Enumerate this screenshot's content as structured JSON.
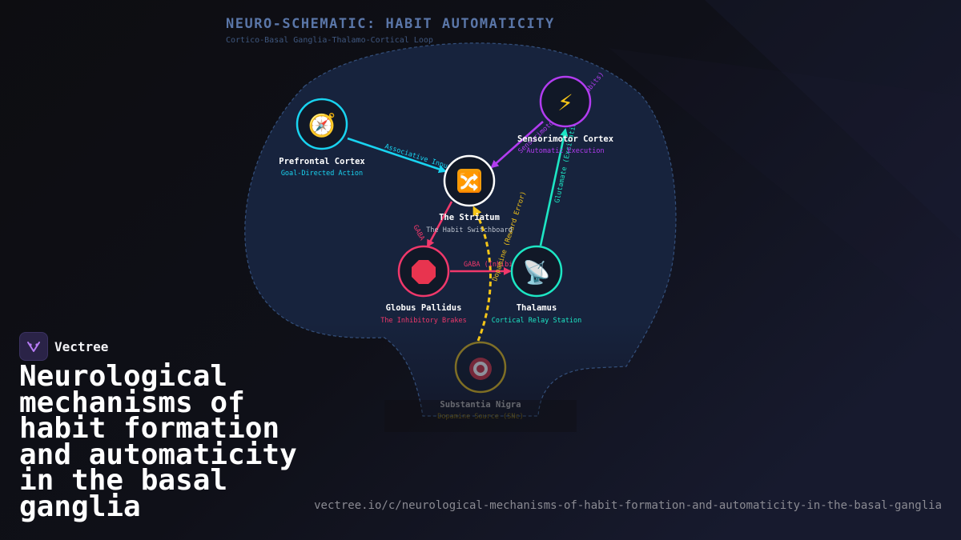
{
  "header": {
    "title": "NEURO-SCHEMATIC: HABIT AUTOMATICITY",
    "subtitle": "Cortico-Basal Ganglia-Thalamo-Cortical Loop"
  },
  "brand": {
    "name": "Vectree"
  },
  "headline": "Neurological mechanisms of habit formation and automaticity in the basal ganglia",
  "url": "vectree.io/c/neurological-mechanisms-of-habit-formation-and-automaticity-in-the-basal-ganglia",
  "colors": {
    "pfc": "#19d3f0",
    "sensorimotor": "#b23cf0",
    "striatum": "#ffffff",
    "pallidus": "#f0386b",
    "thalamus": "#1de6c4",
    "nigra": "#d6b11a",
    "dopamine": "#f5c518",
    "brain_fill": "#17233d",
    "brain_stroke": "#34507c"
  },
  "nodes": {
    "pfc": {
      "icon": "compass-icon",
      "glyph": "🧭",
      "title": "Prefrontal Cortex",
      "subtitle": "Goal-Directed Action"
    },
    "sensorimotor": {
      "icon": "lightning-icon",
      "glyph": "⚡",
      "title": "Sensorimotor Cortex",
      "subtitle": "Automatic Execution"
    },
    "striatum": {
      "icon": "shuffle-icon",
      "glyph": "🔀",
      "title": "The Striatum",
      "subtitle": "The Habit Switchboard"
    },
    "pallidus": {
      "icon": "stop-sign-icon",
      "glyph": "🛑",
      "title": "Globus Pallidus",
      "subtitle": "The Inhibitory Brakes"
    },
    "thalamus": {
      "icon": "satellite-dish-icon",
      "glyph": "📡",
      "title": "Thalamus",
      "subtitle": "Cortical Relay Station"
    },
    "nigra": {
      "icon": "target-icon",
      "glyph": "🎯",
      "title": "Substantia Nigra",
      "subtitle": "Dopamine Source (SNc)"
    }
  },
  "edges": {
    "pfc_striatum": "Associative Input",
    "sensorimotor_striatum": "Sensorimotor Input",
    "striatum_pallidus": "GABA",
    "pallidus_thalamus": "GABA (Inhibition)",
    "nigra_striatum": "Dopamine (Reward Error)",
    "thalamus_sensorimotor": "Glutamate (Excitation)",
    "sensorimotor_loop": "(Habits)"
  }
}
